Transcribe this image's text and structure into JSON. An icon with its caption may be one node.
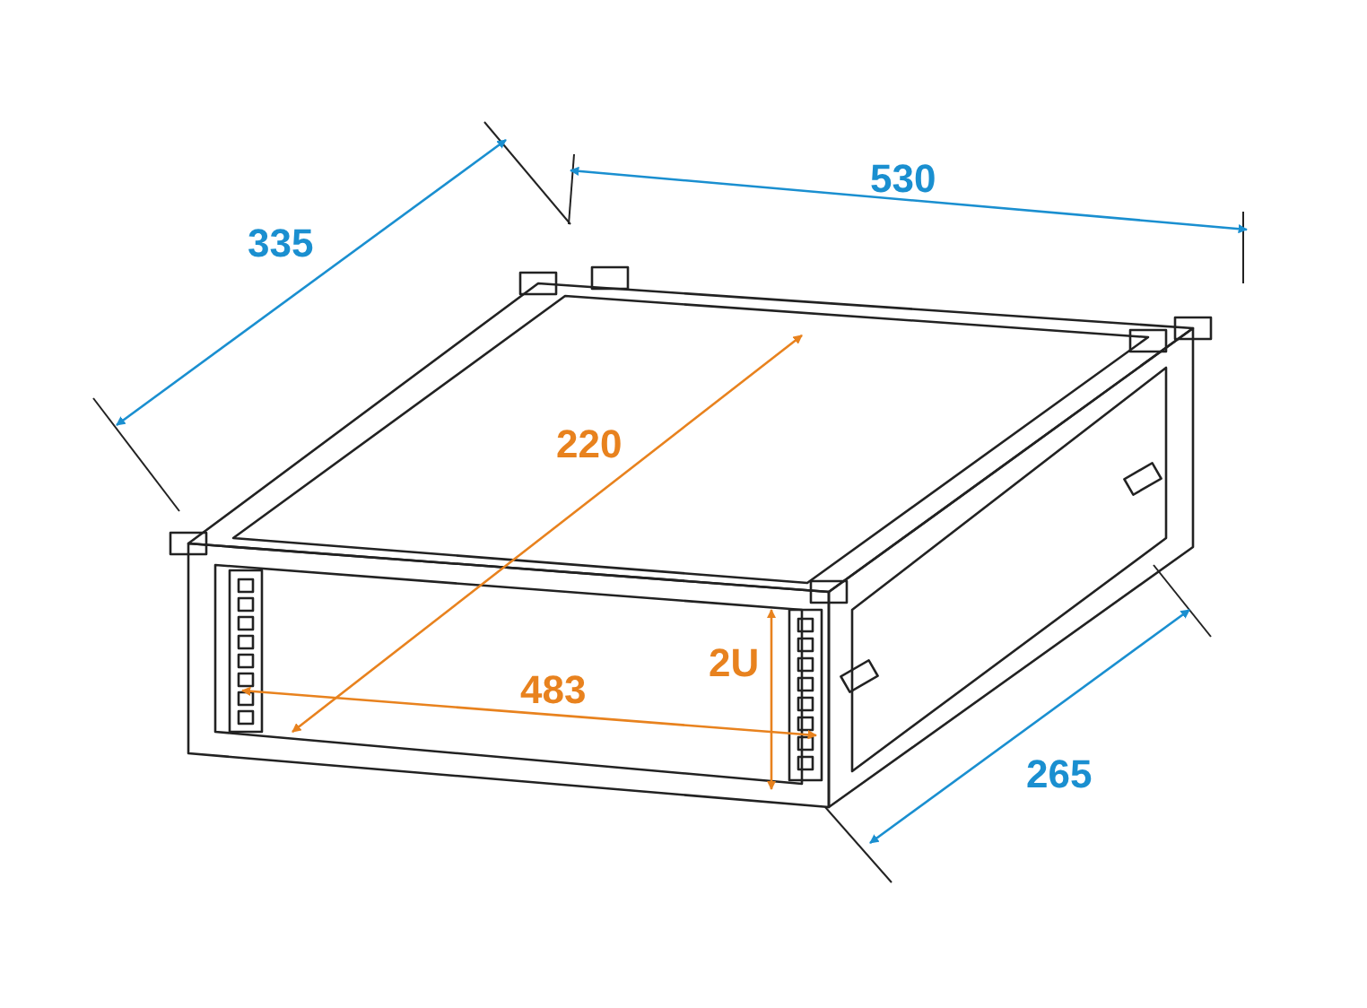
{
  "diagram": {
    "labels": [
      "335",
      "530",
      "220",
      "2U",
      "483",
      "265"
    ]
  }
}
